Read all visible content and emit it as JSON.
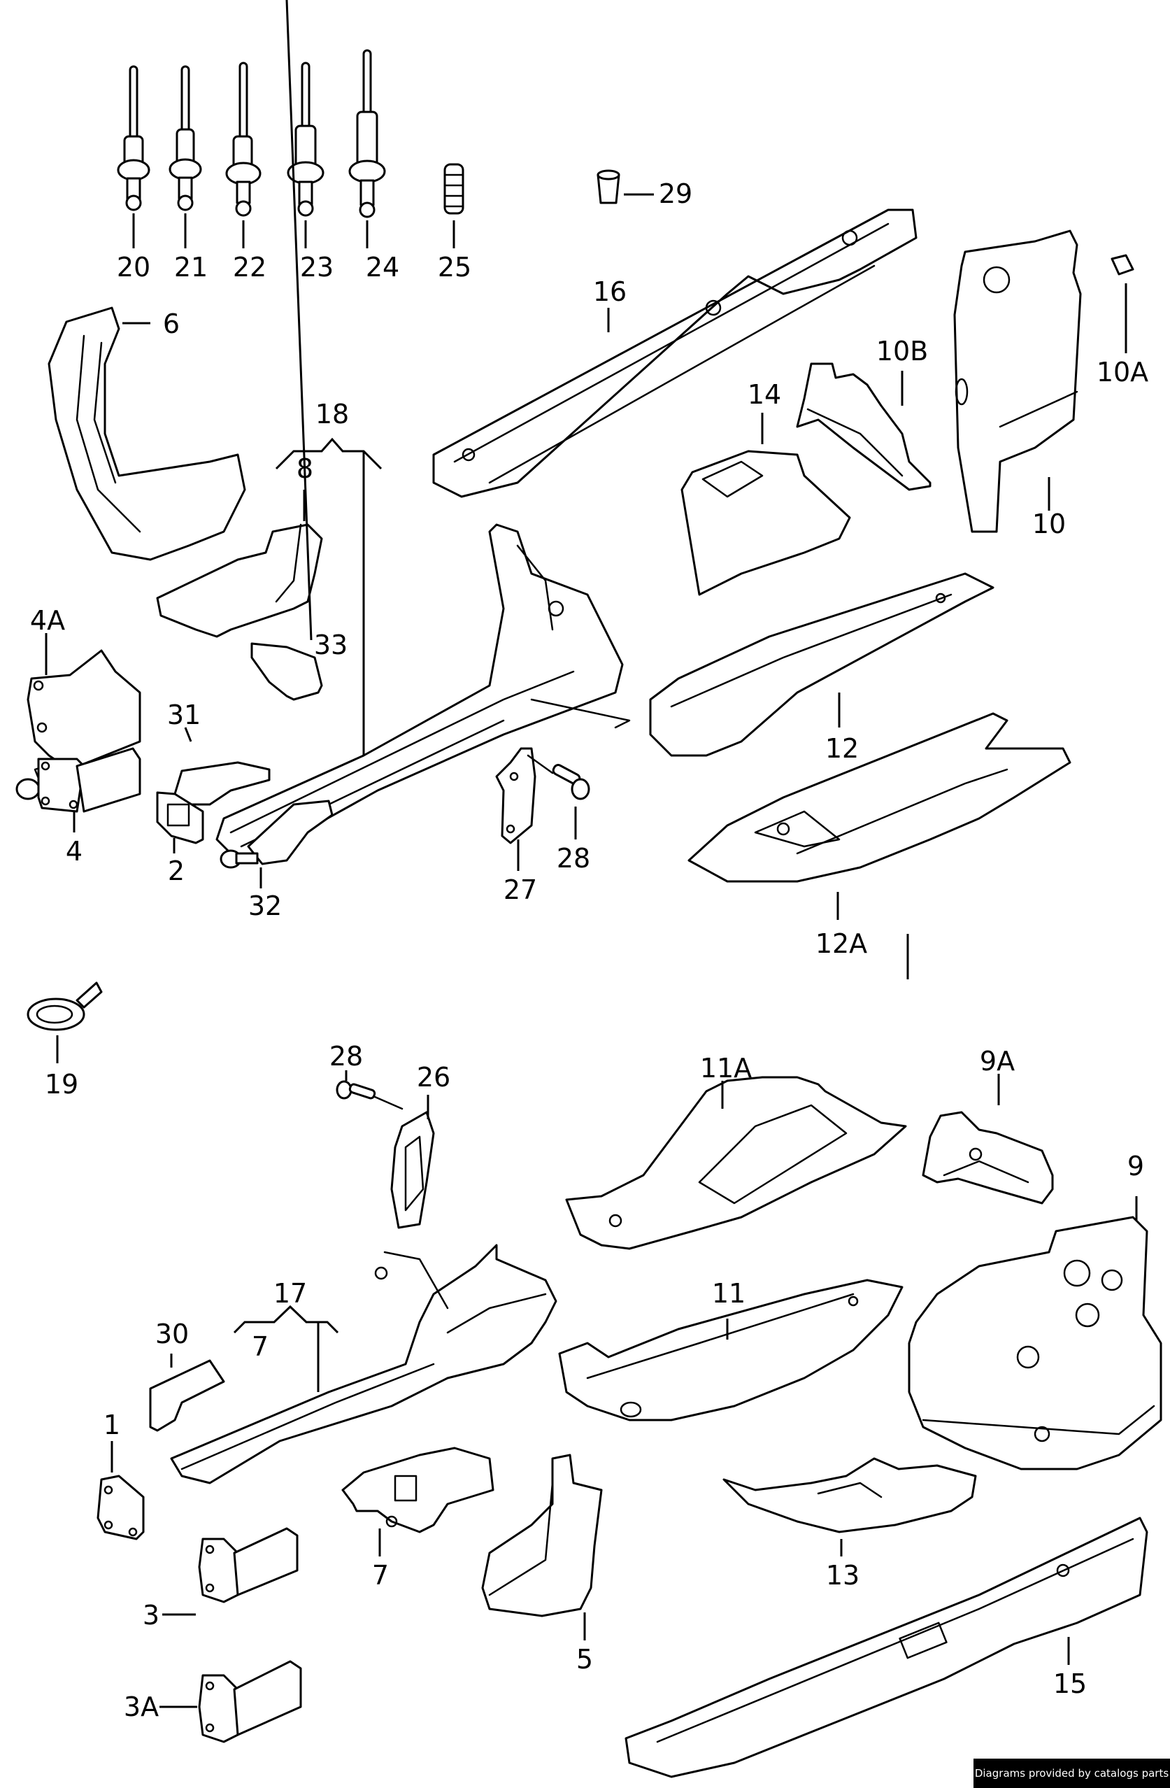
{
  "diagram": {
    "title": "Body frame parts exploded view",
    "callouts": [
      {
        "id": "20",
        "label": "20"
      },
      {
        "id": "21",
        "label": "21"
      },
      {
        "id": "22",
        "label": "22"
      },
      {
        "id": "23",
        "label": "23"
      },
      {
        "id": "24",
        "label": "24"
      },
      {
        "id": "25",
        "label": "25"
      },
      {
        "id": "29",
        "label": "29"
      },
      {
        "id": "16",
        "label": "16"
      },
      {
        "id": "6",
        "label": "6"
      },
      {
        "id": "18",
        "label": "18"
      },
      {
        "id": "8",
        "label": "8"
      },
      {
        "id": "14",
        "label": "14"
      },
      {
        "id": "10B",
        "label": "10B"
      },
      {
        "id": "10A",
        "label": "10A"
      },
      {
        "id": "10",
        "label": "10"
      },
      {
        "id": "4A",
        "label": "4A"
      },
      {
        "id": "33",
        "label": "33"
      },
      {
        "id": "31",
        "label": "31"
      },
      {
        "id": "12",
        "label": "12"
      },
      {
        "id": "27",
        "label": "27"
      },
      {
        "id": "28a",
        "label": "28"
      },
      {
        "id": "4",
        "label": "4"
      },
      {
        "id": "2",
        "label": "2"
      },
      {
        "id": "32",
        "label": "32"
      },
      {
        "id": "12A",
        "label": "12A"
      },
      {
        "id": "19",
        "label": "19"
      },
      {
        "id": "28b",
        "label": "28"
      },
      {
        "id": "26",
        "label": "26"
      },
      {
        "id": "11A",
        "label": "11A"
      },
      {
        "id": "9A",
        "label": "9A"
      },
      {
        "id": "9",
        "label": "9"
      },
      {
        "id": "17",
        "label": "17"
      },
      {
        "id": "7a",
        "label": "7"
      },
      {
        "id": "30",
        "label": "30"
      },
      {
        "id": "11",
        "label": "11"
      },
      {
        "id": "1",
        "label": "1"
      },
      {
        "id": "13",
        "label": "13"
      },
      {
        "id": "3",
        "label": "3"
      },
      {
        "id": "7b",
        "label": "7"
      },
      {
        "id": "5",
        "label": "5"
      },
      {
        "id": "15",
        "label": "15"
      },
      {
        "id": "3A",
        "label": "3A"
      }
    ]
  },
  "footer": {
    "credit": "Diagrams provided by catalogs parts"
  }
}
